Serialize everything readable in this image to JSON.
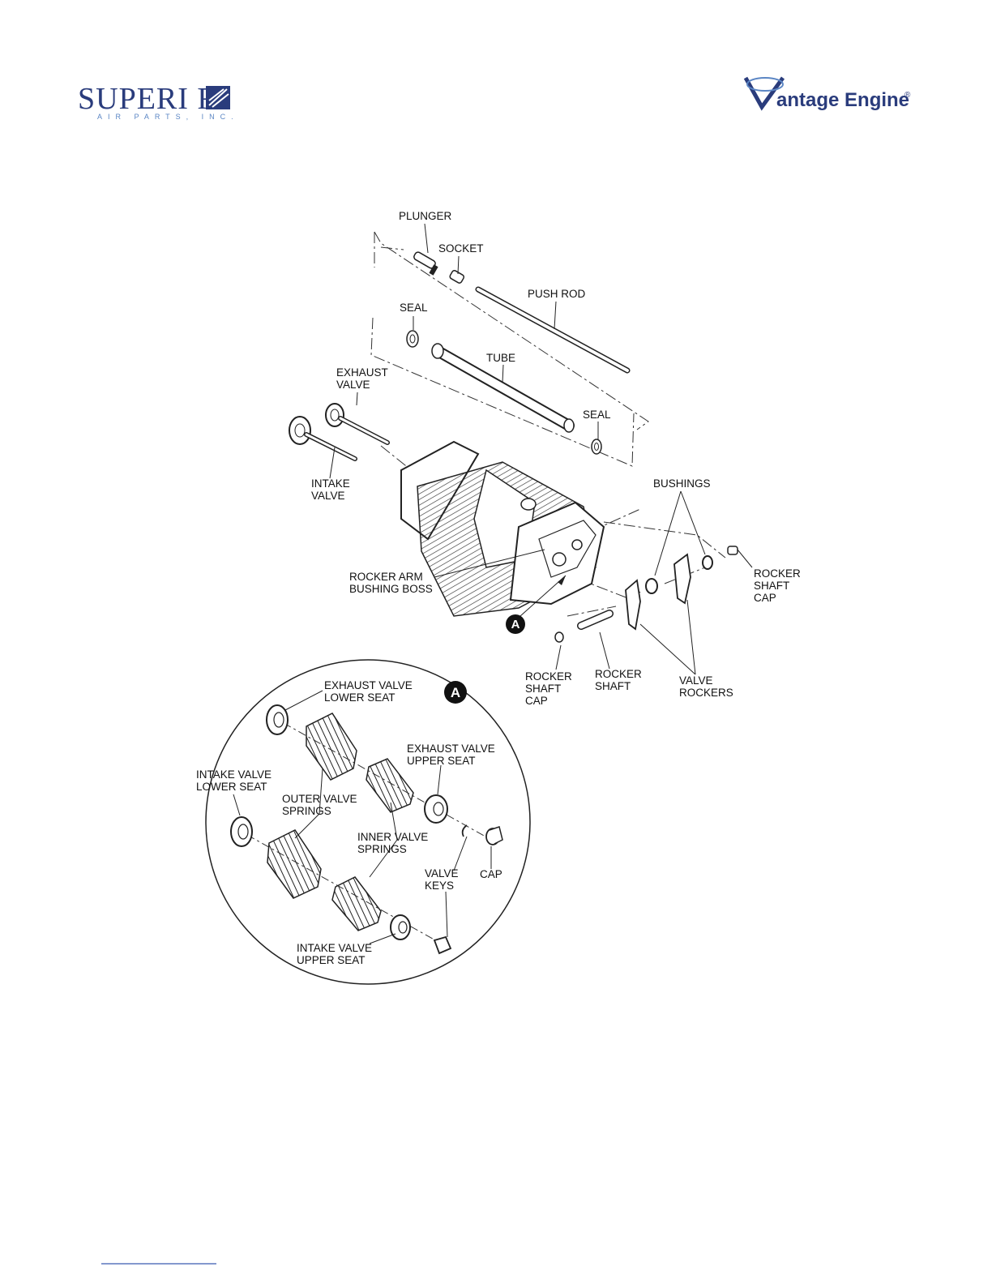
{
  "logos": {
    "superior": {
      "main": "SUPERI  R",
      "sub": "AIR PARTS, INC."
    },
    "vantage": {
      "main": "antage Engine",
      "mark": "®"
    }
  },
  "callout": "A",
  "labels": {
    "plunger": "PLUNGER",
    "socket": "SOCKET",
    "push_rod": "PUSH ROD",
    "seal_top": "SEAL",
    "tube": "TUBE",
    "exhaust_valve": [
      "EXHAUST",
      "VALVE"
    ],
    "seal_right": "SEAL",
    "intake_valve": [
      "INTAKE",
      "VALVE"
    ],
    "bushings": "BUSHINGS",
    "rocker_arm_bushing_boss": [
      "ROCKER ARM",
      "BUSHING BOSS"
    ],
    "rocker_shaft_cap_right": [
      "ROCKER",
      "SHAFT",
      "CAP"
    ],
    "rocker_shaft_cap_left": [
      "ROCKER",
      "SHAFT",
      "CAP"
    ],
    "rocker_shaft": [
      "ROCKER",
      "SHAFT"
    ],
    "valve_rockers": [
      "VALVE",
      "ROCKERS"
    ],
    "exhaust_valve_lower_seat": [
      "EXHAUST VALVE",
      "LOWER SEAT"
    ],
    "exhaust_valve_upper_seat": [
      "EXHAUST VALVE",
      "UPPER SEAT"
    ],
    "intake_valve_lower_seat": [
      "INTAKE VALVE",
      "LOWER SEAT"
    ],
    "outer_valve_springs": [
      "OUTER VALVE",
      "SPRINGS"
    ],
    "inner_valve_springs": [
      "INNER VALVE",
      "SPRINGS"
    ],
    "valve_keys": [
      "VALVE",
      "KEYS"
    ],
    "cap": "CAP",
    "intake_valve_upper_seat": [
      "INTAKE VALVE",
      "UPPER SEAT"
    ]
  },
  "colors": {
    "brand_blue": "#2a3c7c",
    "accent_blue": "#5b86c4",
    "line": "#222222"
  }
}
